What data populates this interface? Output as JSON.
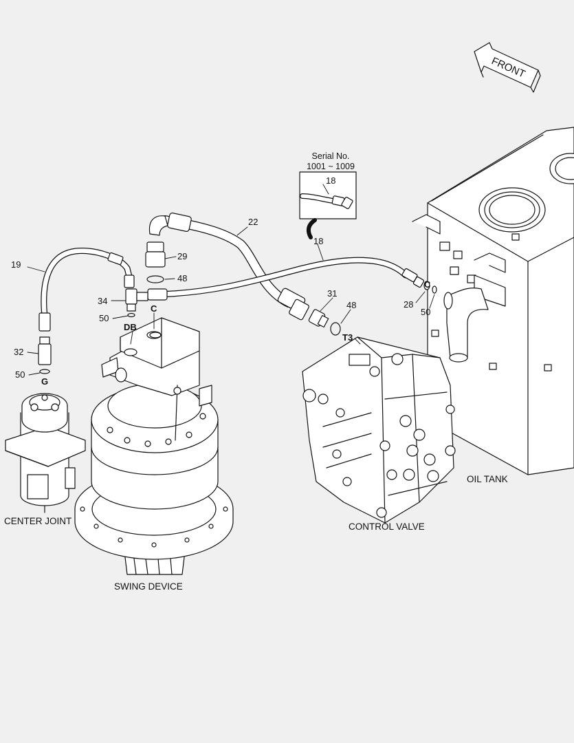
{
  "direction_label": "FRONT",
  "serial_box": {
    "line1": "Serial No.",
    "line2": "1001 ~ 1009",
    "part": "18"
  },
  "components": {
    "center_joint": "CENTER JOINT",
    "swing_device": "SWING DEVICE",
    "control_valve": "CONTROL VALVE",
    "oil_tank": "OIL TANK"
  },
  "port_labels": {
    "db": "DB",
    "c_swing": "C",
    "g": "G",
    "t3": "T3",
    "c_tank": "C"
  },
  "part_numbers": {
    "p19": "19",
    "p22": "22",
    "p18": "18",
    "p29": "29",
    "p48a": "48",
    "p34": "34",
    "p50a": "50",
    "p32": "32",
    "p50b": "50",
    "p31": "31",
    "p48b": "48",
    "p28": "28",
    "p50c": "50"
  }
}
